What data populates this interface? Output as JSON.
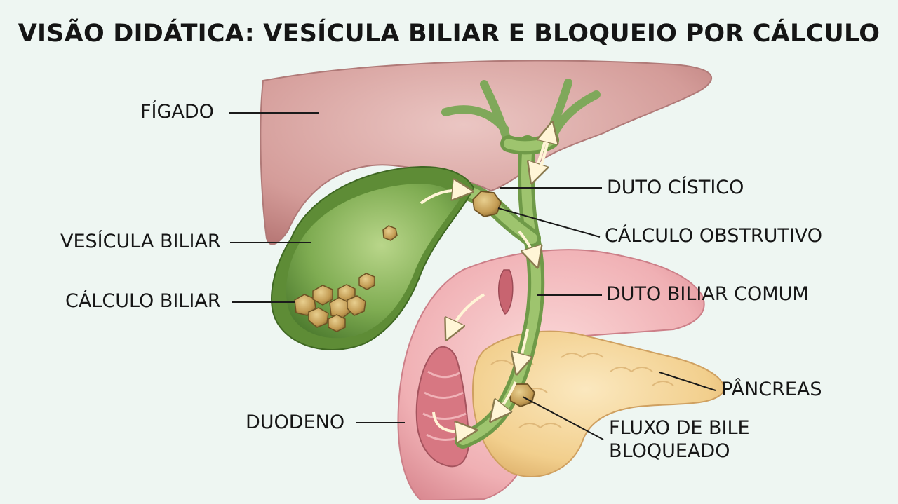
{
  "title": "VISÃO DIDÁTICA: VESÍCULA BILIAR E BLOQUEIO POR CÁLCULO",
  "labels": {
    "figado": "FÍGADO",
    "vesicula": "VESÍCULA BILIAR",
    "calculo_biliar": "CÁLCULO BILIAR",
    "duodeno": "DUODENO",
    "duto_cistico": "DUTO CÍSTICO",
    "calculo_obstrutivo": "CÁLCULO OBSTRUTIVO",
    "duto_biliar_comum": "DUTO BILIAR COMUM",
    "pancreas": "PÂNCREAS",
    "fluxo_linha1": "FLUXO DE BILE",
    "fluxo_linha2": "BLOQUEADO"
  },
  "colors": {
    "liver": "#d9a3a0",
    "gallbladder": "#7aa84e",
    "bile_duct": "#8fb45f",
    "stone": "#c9a25a",
    "duodenum": "#f2b8bb",
    "pancreas": "#f4d49a",
    "arrow": "#fff5d6"
  }
}
